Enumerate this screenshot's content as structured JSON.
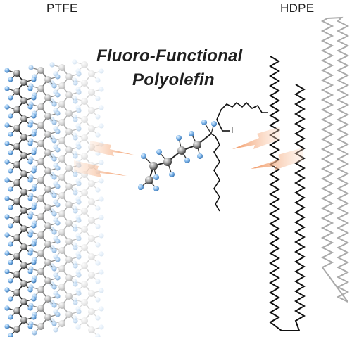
{
  "labels": {
    "ptfe": "PTFE",
    "hdpe": "HDPE",
    "title_line1": "Fluoro-Functional",
    "title_line2": "Polyolefin",
    "iodine": "I"
  },
  "colors": {
    "carbon": "#8c8c8c",
    "fluorine": "#7fb6ea",
    "bond": "#222222",
    "hdpe_front": "#111111",
    "hdpe_back": "#a9a9a9",
    "arrow": "#f2a97a"
  }
}
